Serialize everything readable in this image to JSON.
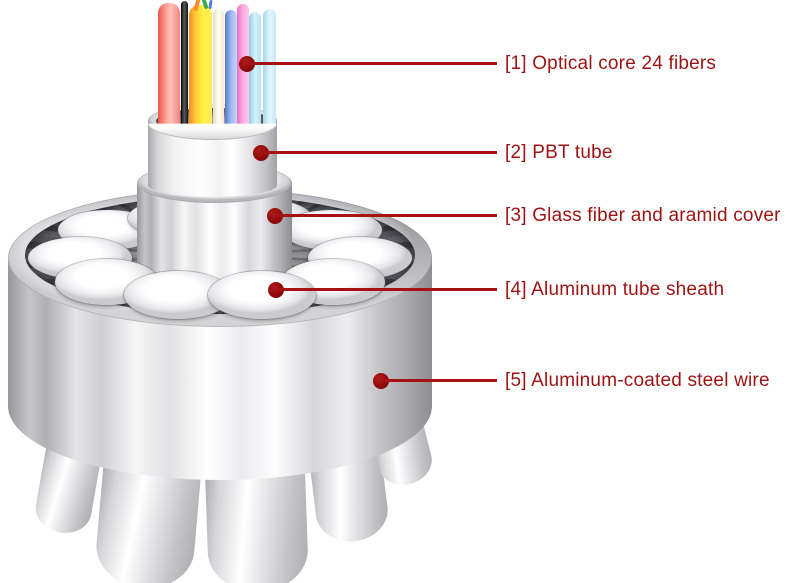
{
  "diagram": {
    "type": "cable-structure-diagram",
    "callouts": [
      {
        "number": "1",
        "label": "[1] Optical core 24 fibers"
      },
      {
        "number": "2",
        "label": "[2] PBT tube"
      },
      {
        "number": "3",
        "label": "[3] Glass fiber and aramid cover"
      },
      {
        "number": "4",
        "label": "[4] Aluminum tube sheath"
      },
      {
        "number": "5",
        "label": "[5] Aluminum-coated steel wire"
      }
    ],
    "colors": {
      "background": "#ffffff",
      "callout_text": "#9e1313",
      "callout_line": "#a61212",
      "callout_dot": "#8c0a0a",
      "metal_highlight": "#ffffff",
      "metal_mid": "#d6d6d9",
      "metal_shadow": "#97979b",
      "wire_gap_texture": "#5f5f66",
      "fibers": [
        "#fa8076",
        "#1c1c1c",
        "#ffd23e",
        "#fdfaf0",
        "#8fb0ea",
        "#f7a6dc",
        "#bfe5f2",
        "#d9f1fa"
      ]
    }
  }
}
